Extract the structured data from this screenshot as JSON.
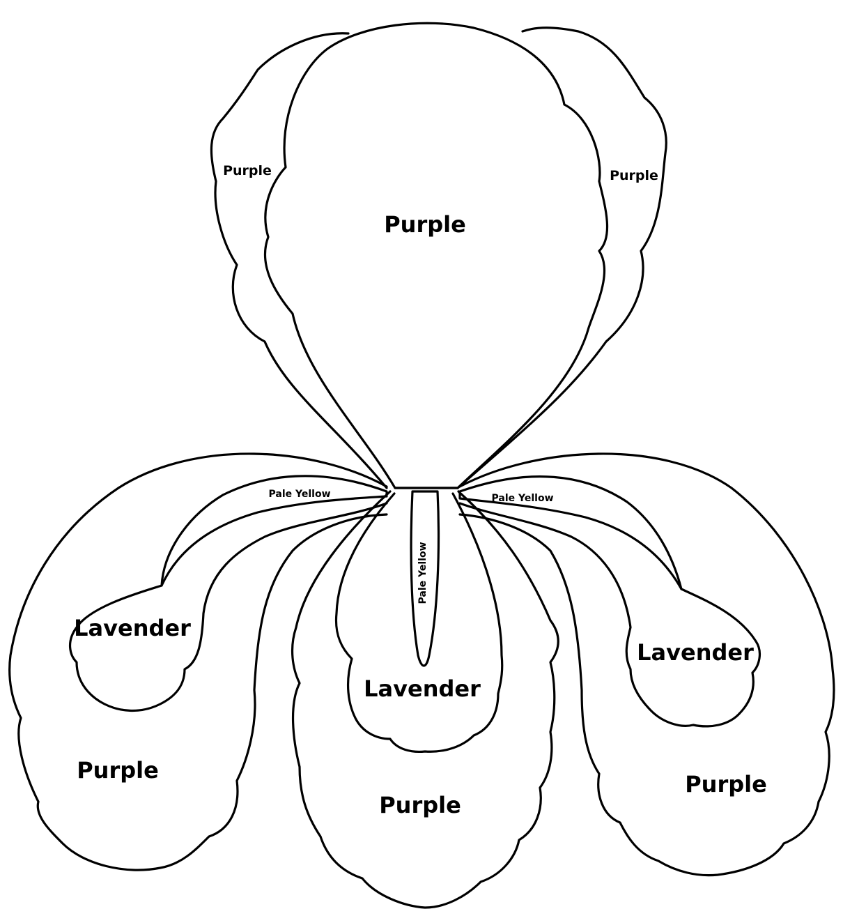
{
  "labels": {
    "standard_center": "Purple",
    "standard_left": "Purple",
    "standard_right": "Purple",
    "beard_left": "Pale Yellow",
    "beard_right": "Pale Yellow",
    "beard_center": "Pale Yellow",
    "fall_left_inner": "Lavender",
    "fall_center_inner": "Lavender",
    "fall_right_inner": "Lavender",
    "fall_left_outer": "Purple",
    "fall_center_outer": "Purple",
    "fall_right_outer": "Purple"
  },
  "colors": {
    "line": "#000000",
    "background": "#ffffff"
  }
}
